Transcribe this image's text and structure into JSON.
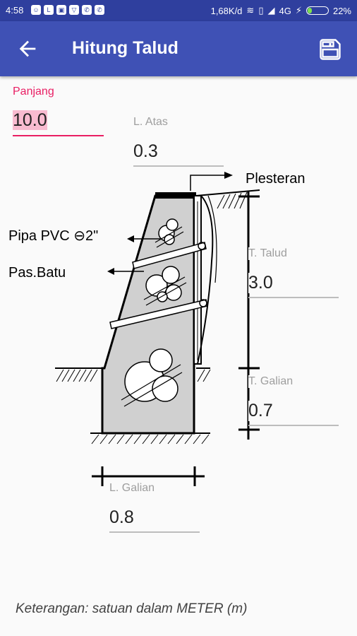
{
  "status_bar": {
    "time": "4:58",
    "speed": "1,68K/d",
    "network": "4G",
    "battery": "22%",
    "battery_level": 0.22,
    "notification_icons": [
      "messenger-icon",
      "line-icon",
      "gallery-icon",
      "vpn-icon",
      "whatsapp-icon",
      "whatsapp-icon"
    ]
  },
  "app_bar": {
    "title": "Hitung Talud",
    "back_icon": "arrow-back-icon",
    "save_icon": "save-icon",
    "color": "#3f51b5"
  },
  "fields": {
    "panjang": {
      "label": "Panjang",
      "value": "10.0"
    },
    "l_atas": {
      "label": "L. Atas",
      "value": "0.3"
    },
    "t_talud": {
      "label": "T. Talud",
      "value": "3.0"
    },
    "t_galian": {
      "label": "T. Galian",
      "value": "0.7"
    },
    "l_galian": {
      "label": "L. Galian",
      "value": "0.8"
    }
  },
  "diagram": {
    "plesteran": "Plesteran",
    "pipa": "Pipa PVC ⊖2\"",
    "pas_batu": "Pas.Batu"
  },
  "note": "Keterangan: satuan dalam METER (m)",
  "accent_color": "#e91e63"
}
